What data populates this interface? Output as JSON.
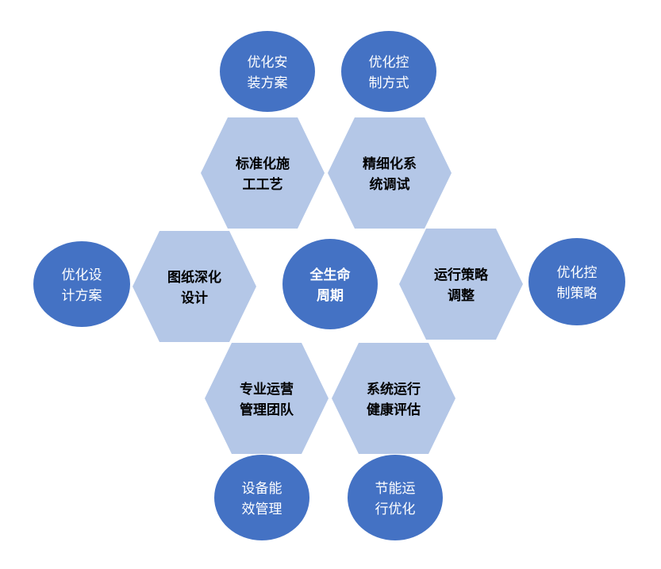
{
  "center": {
    "lines": [
      "全生命",
      "周期"
    ]
  },
  "hexagons": [
    {
      "lines": [
        "标准化施",
        "工工艺"
      ]
    },
    {
      "lines": [
        "精细化系",
        "统调试"
      ]
    },
    {
      "lines": [
        "图纸深化",
        "设计"
      ]
    },
    {
      "lines": [
        "运行策略",
        "调整"
      ]
    },
    {
      "lines": [
        "专业运营",
        "管理团队"
      ]
    },
    {
      "lines": [
        "系统运行",
        "健康评估"
      ]
    }
  ],
  "ellipses": [
    {
      "lines": [
        "优化安",
        "装方案"
      ]
    },
    {
      "lines": [
        "优化控",
        "制方式"
      ]
    },
    {
      "lines": [
        "优化设",
        "计方案"
      ]
    },
    {
      "lines": [
        "优化控",
        "制策略"
      ]
    },
    {
      "lines": [
        "设备能",
        "效管理"
      ]
    },
    {
      "lines": [
        "节能运",
        "行优化"
      ]
    }
  ],
  "colors": {
    "hexagon": "#B4C7E7",
    "ellipse": "#4472C4"
  }
}
